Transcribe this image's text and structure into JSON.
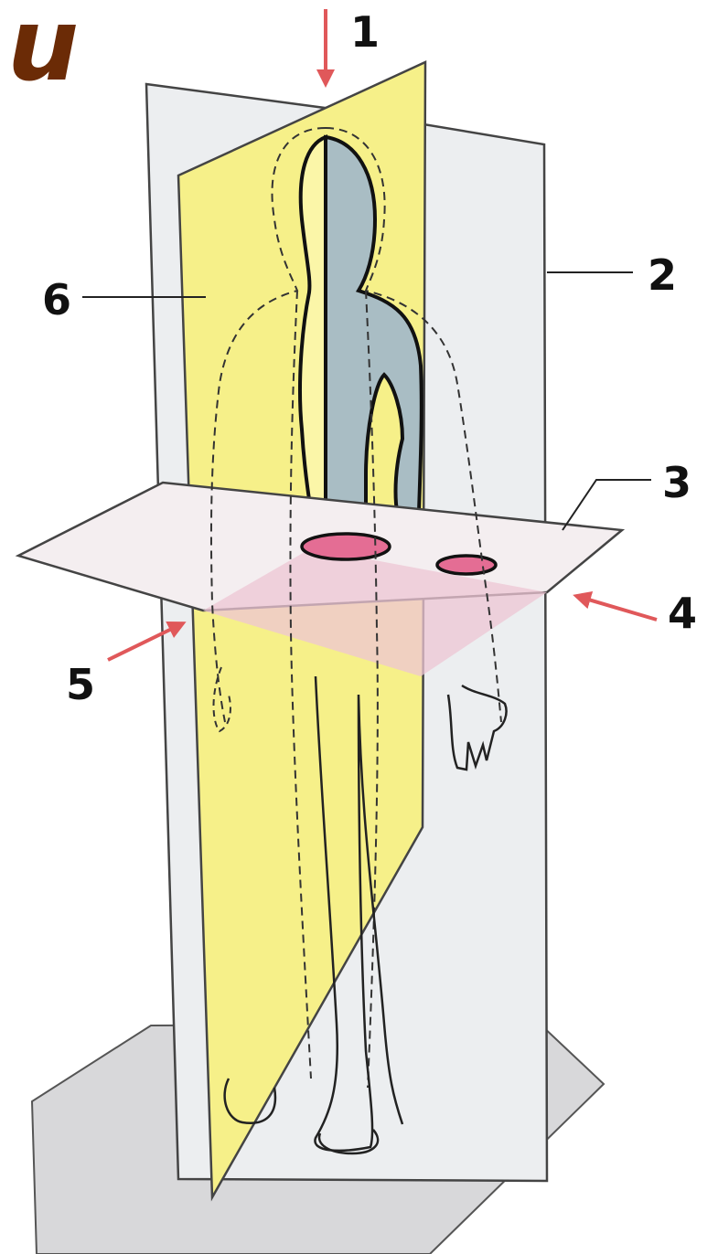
{
  "heading": "u",
  "labels": {
    "l1": "1",
    "l2": "2",
    "l3": "3",
    "l4": "4",
    "l5": "5",
    "l6": "6"
  },
  "colors": {
    "sagittal_plane": "#f6f089",
    "frontal_plane": "#e9ecee",
    "horizontal_plane": "#f4eef0",
    "cut_section": "#e46d94",
    "body_shadow": "#a9bdc4",
    "arrow": "#e0585a",
    "heading": "#6b2b06"
  }
}
